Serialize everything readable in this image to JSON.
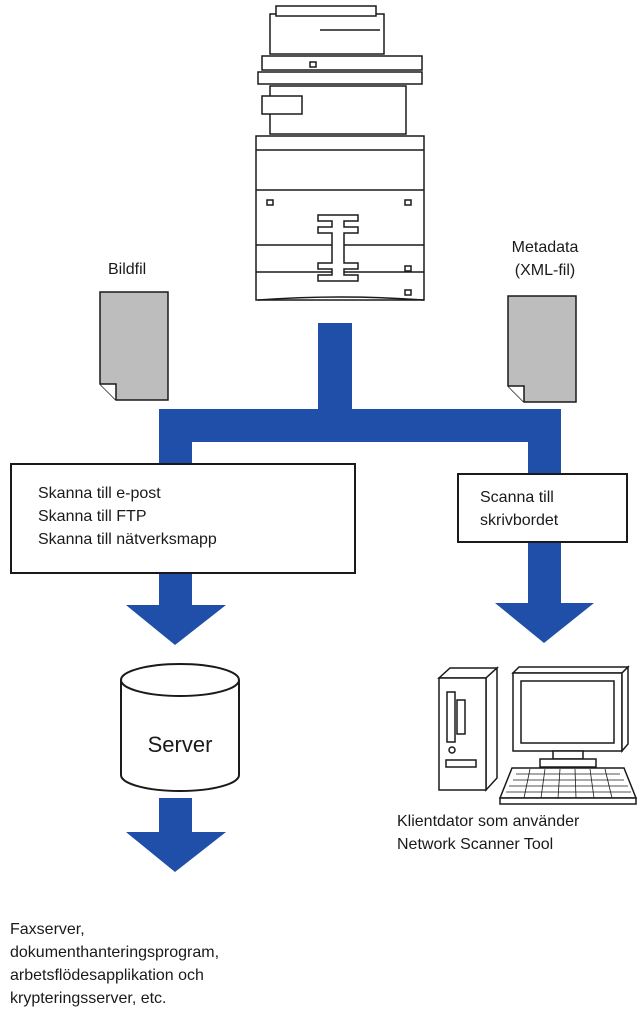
{
  "labels": {
    "image_file": "Bildfil",
    "metadata_line1": "Metadata",
    "metadata_line2": "(XML-fil)",
    "server": "Server",
    "client_line1": "Klientdator som använder",
    "client_line2": "Network Scanner Tool"
  },
  "left_box": {
    "lines": [
      "Skanna till e-post",
      "Skanna till FTP",
      "Skanna till nätverksmapp"
    ]
  },
  "right_box": {
    "lines": [
      "Scanna till",
      "skrivbordet"
    ]
  },
  "footer": {
    "lines": [
      "Faxserver,",
      "dokumenthanteringsprogram,",
      "arbetsflödesapplikation och",
      "krypteringsserver, etc."
    ]
  },
  "colors": {
    "flow_blue": "#1f4fa8",
    "doc_gray": "#bdbdbd",
    "line": "#1a1a1a"
  },
  "icons": [
    "printer-icon",
    "document-icon",
    "database-icon",
    "computer-icon"
  ]
}
